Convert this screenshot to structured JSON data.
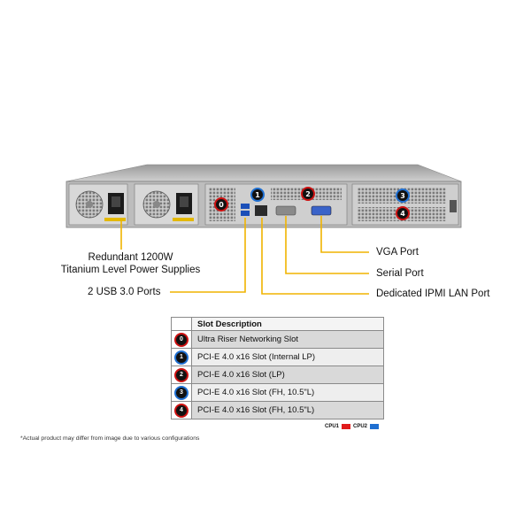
{
  "callouts": {
    "power_supplies_line1": "Redundant 1200W",
    "power_supplies_line2": "Titanium Level Power Supplies",
    "usb": "2 USB 3.0 Ports",
    "vga": "VGA Port",
    "serial": "Serial Port",
    "ipmi": "Dedicated IPMI LAN Port"
  },
  "server_slot_markers": [
    "0",
    "1",
    "2",
    "3",
    "4"
  ],
  "slot_table": {
    "header": "Slot Description",
    "rows": [
      {
        "number": "0",
        "cpu": "CPU1",
        "description": "Ultra Riser Networking Slot"
      },
      {
        "number": "1",
        "cpu": "CPU2",
        "description": "PCI-E 4.0 x16 Slot (Internal LP)"
      },
      {
        "number": "2",
        "cpu": "CPU1",
        "description": "PCI-E 4.0 x16 Slot (LP)"
      },
      {
        "number": "3",
        "cpu": "CPU2",
        "description": "PCI-E 4.0 x16 Slot (FH, 10.5\"L)"
      },
      {
        "number": "4",
        "cpu": "CPU1",
        "description": "PCI-E 4.0 x16 Slot (FH, 10.5\"L)"
      }
    ]
  },
  "cpu_legend": [
    {
      "name": "CPU1",
      "color": "#e01b1b"
    },
    {
      "name": "CPU2",
      "color": "#1f6fd1"
    }
  ],
  "colors": {
    "leader_line": "#f0b400",
    "chassis": "#b7b7b7",
    "cpu1": "#cc1111",
    "cpu2": "#1f6fd1"
  },
  "footnote": "*Actual product may differ from image due to various configurations"
}
